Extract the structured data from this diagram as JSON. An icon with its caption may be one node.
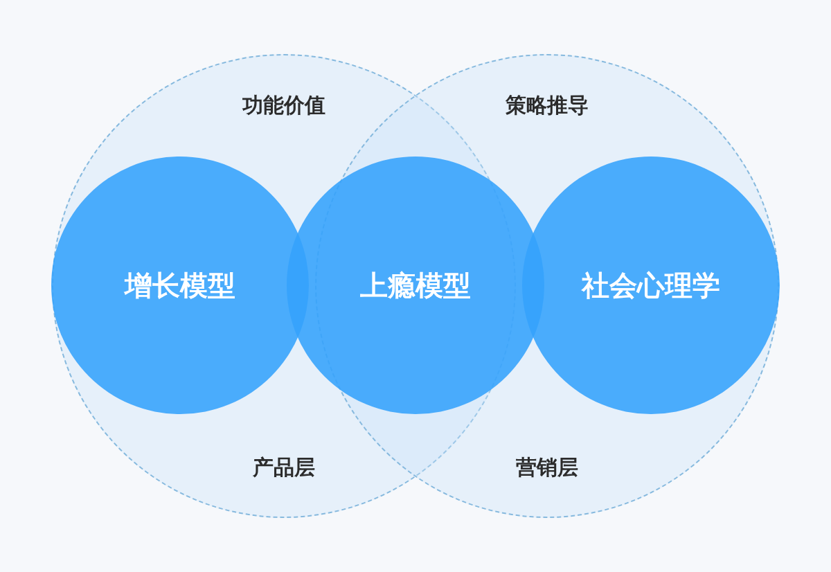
{
  "diagram": {
    "nodes": [
      {
        "text": [
          "功能价值",
          "产品层"
        ]
      },
      {
        "text": [
          "策略推导",
          "营销层"
        ]
      },
      {
        "text": [
          "增长模型"
        ],
        "in": 0
      },
      {
        "text": [
          "上瘾模型"
        ]
      },
      {
        "text": [
          "社会心理学"
        ],
        "in": 1
      }
    ]
  }
}
